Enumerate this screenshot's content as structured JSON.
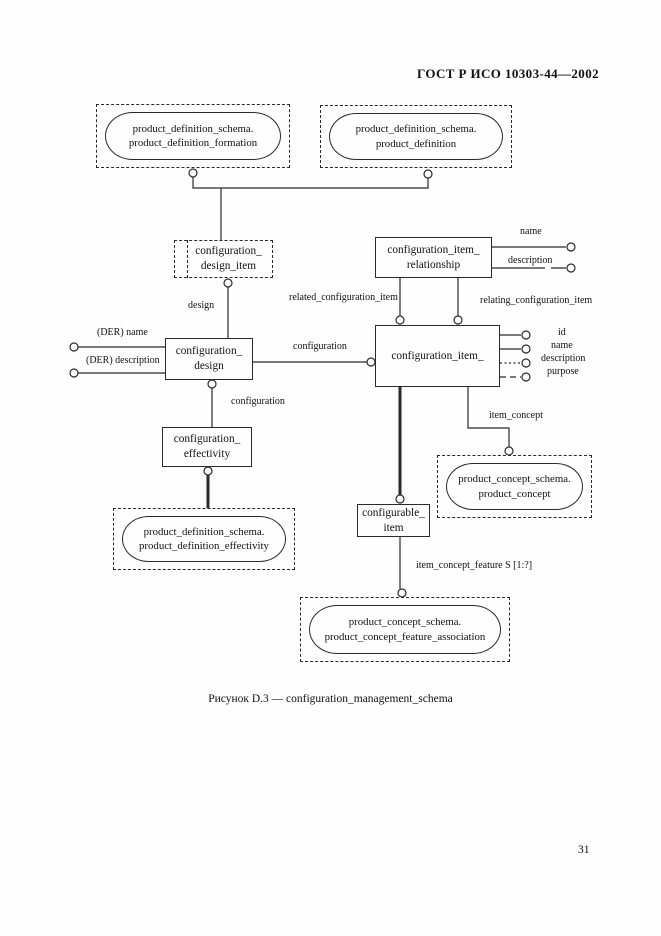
{
  "header": {
    "title": "ГОСТ Р ИСО 10303-44—2002"
  },
  "footer": {
    "page_number": "31"
  },
  "caption": "Рисунок D.3 — configuration_management_schema",
  "diagram": {
    "entities": {
      "configuration_design_item": {
        "line1": "configuration_",
        "line2": "design_item"
      },
      "configuration_item_relationship": {
        "line1": "configuration_item_",
        "line2": "relationship"
      },
      "configuration_item": {
        "line1": "configuration_item_"
      },
      "configuration_design": {
        "line1": "configuration_",
        "line2": "design"
      },
      "configuration_effectivity": {
        "line1": "configuration_",
        "line2": "effectivity"
      },
      "configurable_item": {
        "line1": "configurable_",
        "line2": "item"
      }
    },
    "interschema_refs": {
      "product_definition_formation": {
        "line1": "product_definition_schema.",
        "line2": "product_definition_formation"
      },
      "product_definition": {
        "line1": "product_definition_schema.",
        "line2": "product_definition"
      },
      "product_definition_effectivity": {
        "line1": "product_definition_schema.",
        "line2": "product_definition_effectivity"
      },
      "product_concept": {
        "line1": "product_concept_schema.",
        "line2": "product_concept"
      },
      "product_concept_feature_association": {
        "line1": "product_concept_schema.",
        "line2": "product_concept_feature_association"
      }
    },
    "edge_labels": {
      "design": "design",
      "configuration_to_item": "configuration",
      "configuration_to_design": "configuration",
      "related_configuration_item": "related_configuration_item",
      "relating_configuration_item": "relating_configuration_item",
      "relationship_name": "name",
      "relationship_description": "description",
      "item_id": "id",
      "item_name": "name",
      "item_description": "description",
      "item_purpose": "purpose",
      "der_name": "(DER) name",
      "der_description": "(DER) description",
      "item_concept": "item_concept",
      "item_concept_feature": "item_concept_feature S [1:?]"
    }
  }
}
